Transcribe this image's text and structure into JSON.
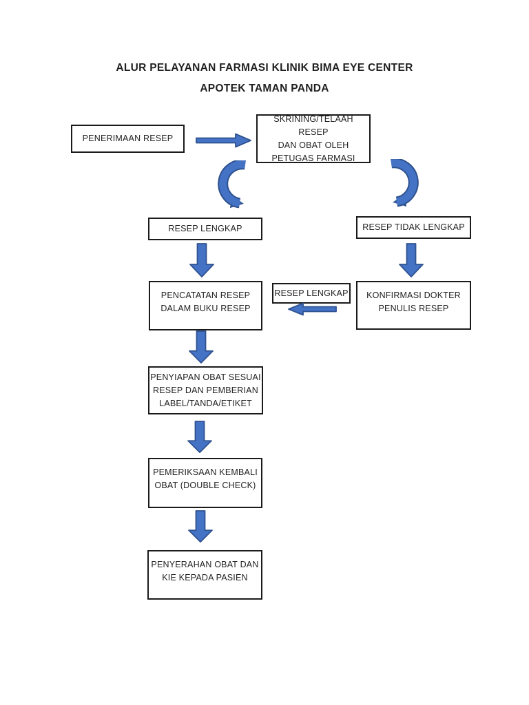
{
  "title": {
    "line1": "ALUR PELAYANAN FARMASI KLINIK BIMA EYE CENTER",
    "line2": "APOTEK TAMAN PANDA"
  },
  "colors": {
    "arrow_fill": "#4472C4",
    "arrow_border": "#2F528F",
    "box_border": "#1a1a1a",
    "text": "#1f1f1f",
    "page_bg": "#ffffff"
  },
  "flowchart": {
    "nodes": [
      {
        "id": "penerimaan-resep",
        "text": "PENERIMAAN RESEP"
      },
      {
        "id": "skrining-resep",
        "text": "SKRINING/TELAAH RESEP\nDAN OBAT OLEH\nPETUGAS FARMASI"
      },
      {
        "id": "resep-lengkap",
        "text": "RESEP LENGKAP"
      },
      {
        "id": "resep-tidak-lengkap",
        "text": "RESEP TIDAK LENGKAP"
      },
      {
        "id": "pencatatan-resep",
        "text": "PENCATATAN RESEP\nDALAM BUKU RESEP"
      },
      {
        "id": "resep-lengkap-2",
        "text": "RESEP LENGKAP"
      },
      {
        "id": "konfirmasi-dokter",
        "text": "KONFIRMASI DOKTER\nPENULIS RESEP"
      },
      {
        "id": "penyiapan-obat",
        "text": "PENYIAPAN OBAT SESUAI\nRESEP DAN PEMBERIAN\nLABEL/TANDA/ETIKET"
      },
      {
        "id": "pemeriksaan-kembali",
        "text": "PEMERIKSAAN KEMBALI\nOBAT (DOUBLE CHECK)"
      },
      {
        "id": "penyerahan-obat",
        "text": "PENYERAHAN OBAT DAN\nKIE KEPADA PASIEN"
      }
    ]
  }
}
